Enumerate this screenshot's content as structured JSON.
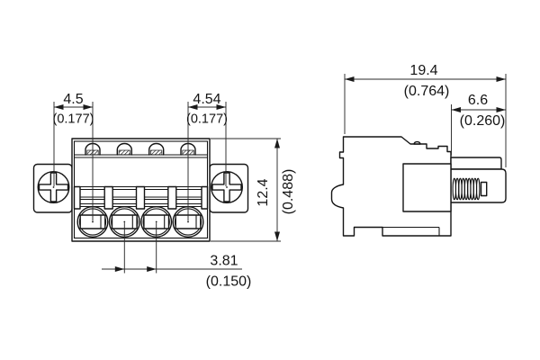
{
  "drawing": {
    "front_view": {
      "dim_screw_to_pin_left": {
        "mm": "4.5",
        "inch": "(0.177)"
      },
      "dim_pin_to_screw_right": {
        "mm": "4.54",
        "inch": "(0.177)"
      },
      "dim_height": {
        "mm": "12.4",
        "inch": "(0.488)"
      },
      "dim_pin_pitch": {
        "mm": "3.81",
        "inch": "(0.150)"
      }
    },
    "side_view": {
      "dim_overall_depth": {
        "mm": "19.4",
        "inch": "(0.764)"
      },
      "dim_screw_housing_depth": {
        "mm": "6.6",
        "inch": "(0.260)"
      }
    },
    "colors": {
      "line": "#141414",
      "background": "#ffffff"
    }
  }
}
